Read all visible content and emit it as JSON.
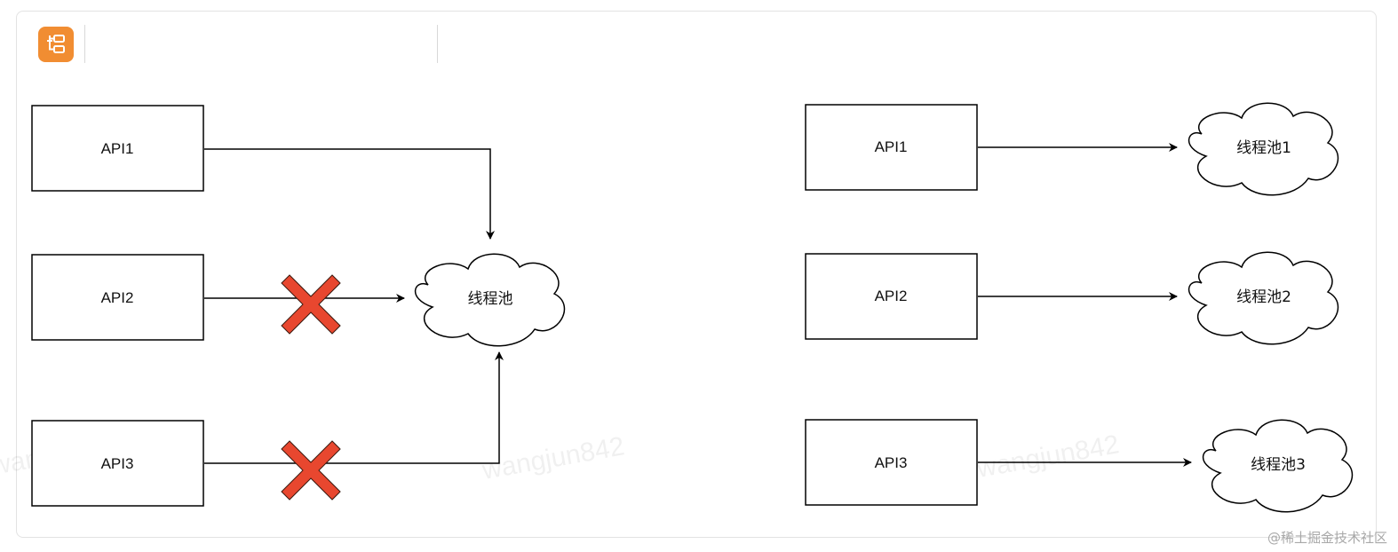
{
  "left_diagram": {
    "boxes": [
      {
        "id": "api1",
        "label": "API1"
      },
      {
        "id": "api2",
        "label": "API2"
      },
      {
        "id": "api3",
        "label": "API3"
      }
    ],
    "pool": {
      "label": "线程池"
    }
  },
  "right_diagram": {
    "boxes": [
      {
        "id": "api1",
        "label": "API1"
      },
      {
        "id": "api2",
        "label": "API2"
      },
      {
        "id": "api3",
        "label": "API3"
      }
    ],
    "pools": [
      {
        "label": "线程池1"
      },
      {
        "label": "线程池2"
      },
      {
        "label": "线程池3"
      }
    ]
  },
  "watermark": "wangjun842",
  "credit": "@稀土掘金技术社区",
  "colors": {
    "toolbar_icon": "#f18d32",
    "cross": "#e8472f",
    "stroke": "#000000"
  },
  "icons": {
    "toolbar": "diagram-tree-icon"
  }
}
